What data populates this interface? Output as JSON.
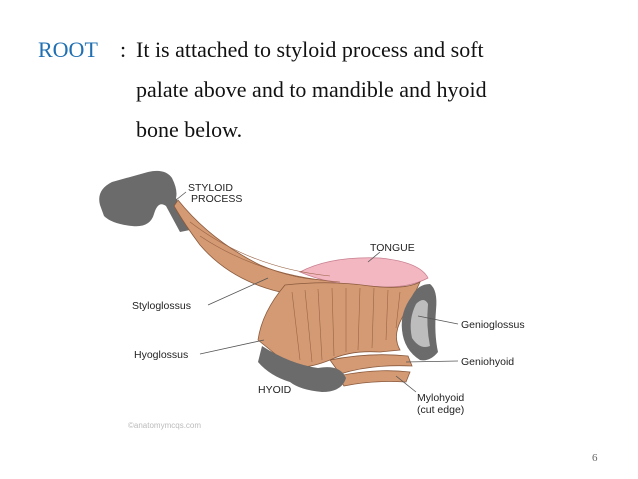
{
  "text": {
    "root_label": "ROOT",
    "colon": ":",
    "line1": "It is attached to styloid process and soft",
    "line2": "palate above and to mandible and hyoid",
    "line3": "bone below."
  },
  "labels": {
    "styloid1": "STYLOID",
    "styloid2": "PROCESS",
    "tongue": "TONGUE",
    "styloglossus": "Styloglossus",
    "hyoglossus": "Hyoglossus",
    "hyoid": "HYOID",
    "genioglossus": "Genioglossus",
    "geniohyoid": "Geniohyoid",
    "mylohyoid1": "Mylohyoid",
    "mylohyoid2": "(cut edge)"
  },
  "watermark": "©anatomymcqs.com",
  "page_number": "6",
  "colors": {
    "root": "#1f6fb2",
    "muscle": "#d49a73",
    "bone": "#6b6b6b",
    "tongue": "#f3b7c2"
  }
}
